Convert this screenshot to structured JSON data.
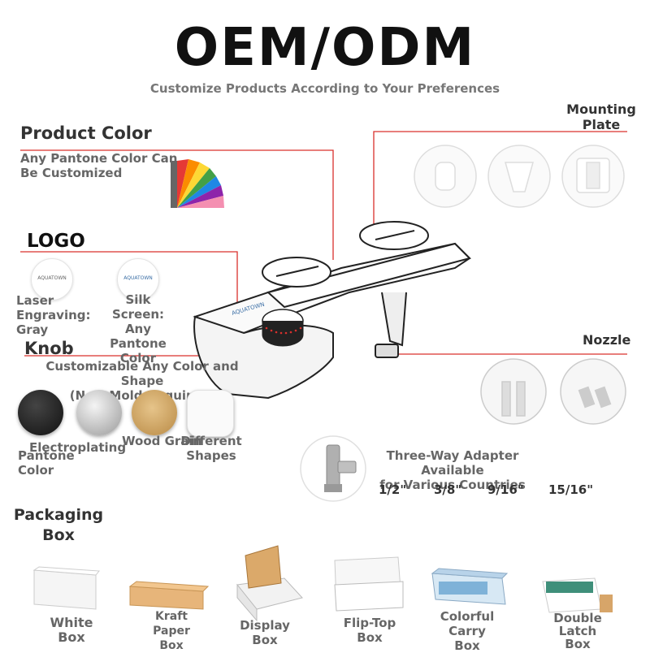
{
  "header": {
    "title": "OEM/ODM",
    "subtitle": "Customize Products According to Your Preferences"
  },
  "product_color": {
    "heading": "Product Color",
    "desc_line1": "Any Pantone Color Can",
    "desc_line2": "Be Customized"
  },
  "mounting": {
    "line1": "Mounting",
    "line2": "Plate"
  },
  "logo": {
    "heading": "LOGO",
    "brand": "AQUATOWN",
    "laser_l1": "Laser",
    "laser_l2": "Engraving:",
    "laser_l3": "Gray",
    "silk_l1": "Silk Screen:",
    "silk_l2": "Any",
    "silk_l3": "Pantone",
    "silk_l4": "Color"
  },
  "knob": {
    "heading": "Knob",
    "desc_line1": "Customizable Any Color and Shape",
    "desc_line2": "(New Mold Required)",
    "pantone_l1": "Pantone",
    "pantone_l2": "Color",
    "electro": "Electroplating",
    "wood": "Wood Grain",
    "diff_l1": "Different",
    "diff_l2": "Shapes"
  },
  "nozzle": {
    "label": "Nozzle"
  },
  "adapter": {
    "line1": "Three-Way Adapter Available",
    "line2": "for Various Countries",
    "sizes": [
      "1/2\"",
      "3/8\"",
      "9/16\"",
      "15/16\""
    ]
  },
  "packaging": {
    "heading_l1": "Packaging",
    "heading_l2": "Box",
    "boxes": [
      {
        "l1": "White",
        "l2": "Box",
        "l3": ""
      },
      {
        "l1": "Kraft",
        "l2": "Paper",
        "l3": "Box"
      },
      {
        "l1": "Display",
        "l2": "Box",
        "l3": ""
      },
      {
        "l1": "Flip-Top",
        "l2": "Box",
        "l3": ""
      },
      {
        "l1": "Colorful",
        "l2": "Carry",
        "l3": "Box"
      },
      {
        "l1": "Double",
        "l2": "Latch",
        "l3": "Box"
      }
    ]
  },
  "colors": {
    "accent_line": "#d9302c",
    "title": "#111111",
    "label": "#666666"
  }
}
